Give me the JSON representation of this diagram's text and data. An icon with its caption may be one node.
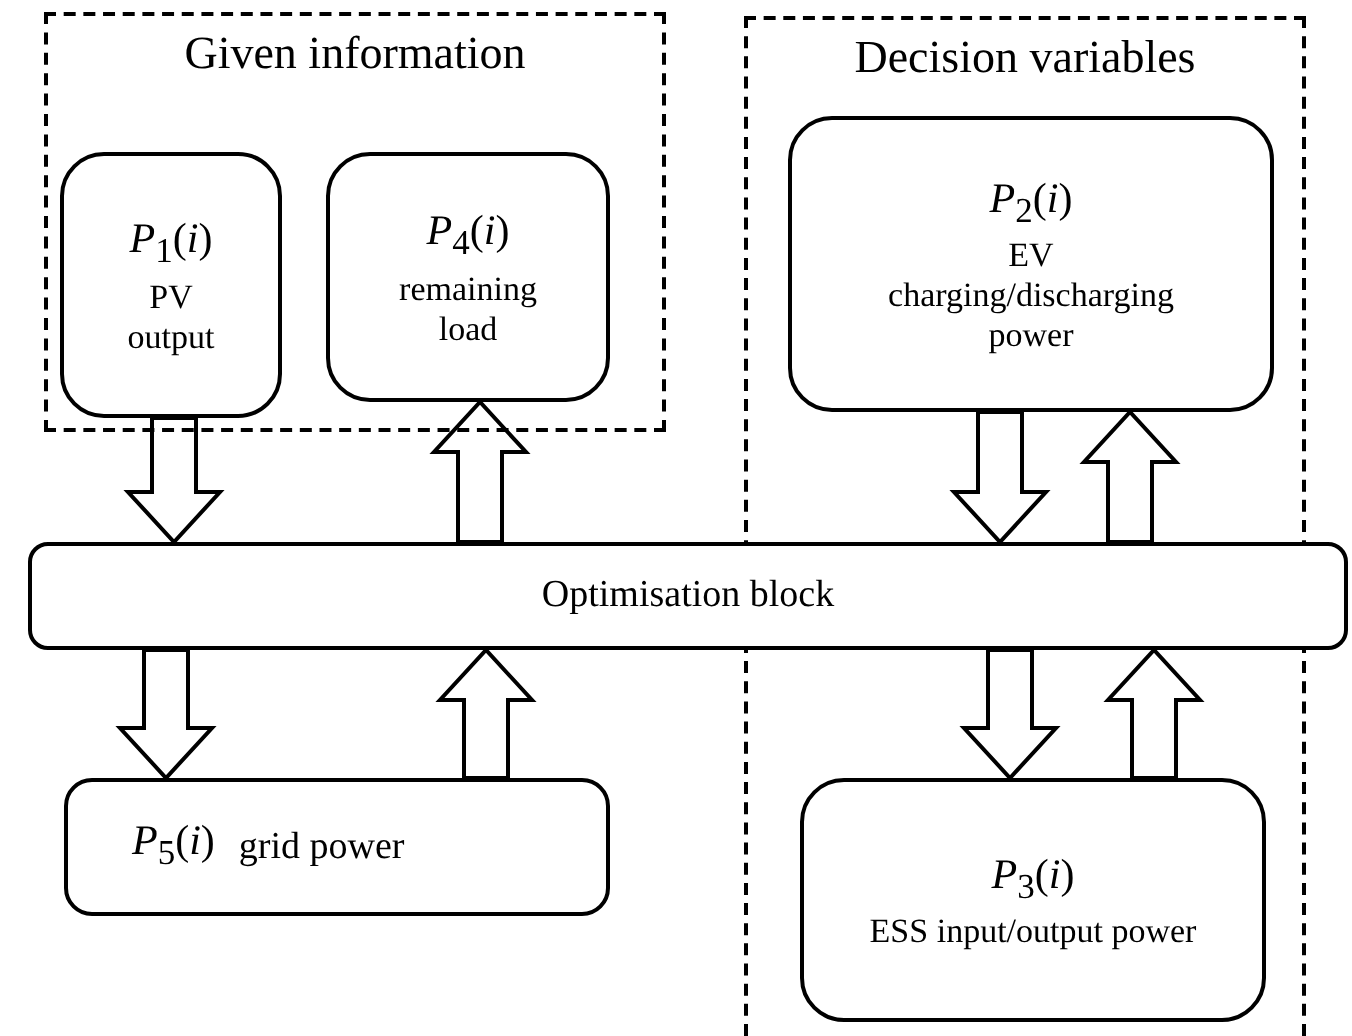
{
  "diagram": {
    "nodes": [
      {
        "text": [
          "Given information"
        ]
      },
      {
        "text": [
          "*P*$_{1}$(*i*)",
          "PV output"
        ],
        "in": 0
      },
      {
        "text": [
          "*P*$_{4}$(*i*)",
          "remaining load"
        ],
        "in": 0
      },
      {
        "text": [
          "Decision variables"
        ]
      },
      {
        "text": [
          "*P*$_{2}$(*i*)",
          "EV charging/discharging power"
        ],
        "in": 3
      },
      {
        "text": [
          "Optimisation block"
        ]
      },
      {
        "text": [
          "*P*$_{5}$(*i*)",
          "grid power"
        ]
      },
      {
        "text": [
          "*P*$_{3}$(*i*)",
          "ESS input/output power"
        ],
        "in": 3
      }
    ],
    "edges": [
      {
        "from": 1,
        "to": 5,
        "arrow": "to"
      },
      {
        "from": 5,
        "to": 2,
        "arrow": "to"
      },
      {
        "from": 4,
        "to": 5,
        "arrow": "to"
      },
      {
        "from": 5,
        "to": 4,
        "arrow": "to"
      },
      {
        "from": 5,
        "to": 6,
        "arrow": "to"
      },
      {
        "from": 6,
        "to": 5,
        "arrow": "to"
      },
      {
        "from": 5,
        "to": 7,
        "arrow": "to"
      },
      {
        "from": 7,
        "to": 5,
        "arrow": "to"
      }
    ]
  }
}
